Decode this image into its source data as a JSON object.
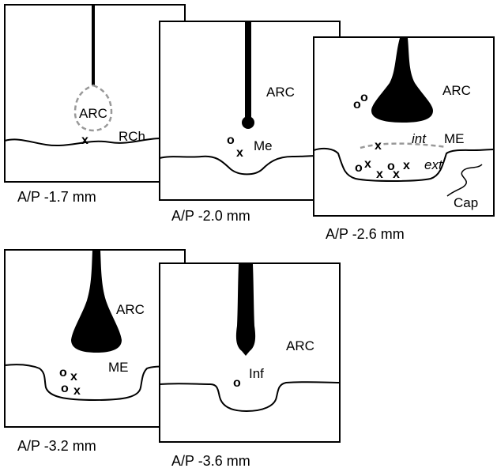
{
  "panels": [
    {
      "caption": "A/P -1.7 mm",
      "labels": {
        "arc": "ARC",
        "rch": "RCh"
      },
      "markers": [
        "x"
      ]
    },
    {
      "caption": "A/P -2.0 mm",
      "labels": {
        "arc": "ARC",
        "me": "Me"
      },
      "markers": [
        "o",
        "x"
      ]
    },
    {
      "caption": "A/P -2.6 mm",
      "labels": {
        "arc": "ARC",
        "me": "ME",
        "int": "int",
        "ext": "ext",
        "cap": "Cap"
      },
      "markers": [
        "o",
        "o",
        "x",
        "o",
        "x",
        "x",
        "o",
        "x",
        "x"
      ]
    },
    {
      "caption": "A/P -3.2 mm",
      "labels": {
        "arc": "ARC",
        "me": "ME"
      },
      "markers": [
        "o",
        "x",
        "o",
        "x"
      ]
    },
    {
      "caption": "A/P -3.6 mm",
      "labels": {
        "arc": "ARC",
        "inf": "Inf"
      },
      "markers": [
        "o"
      ]
    }
  ]
}
